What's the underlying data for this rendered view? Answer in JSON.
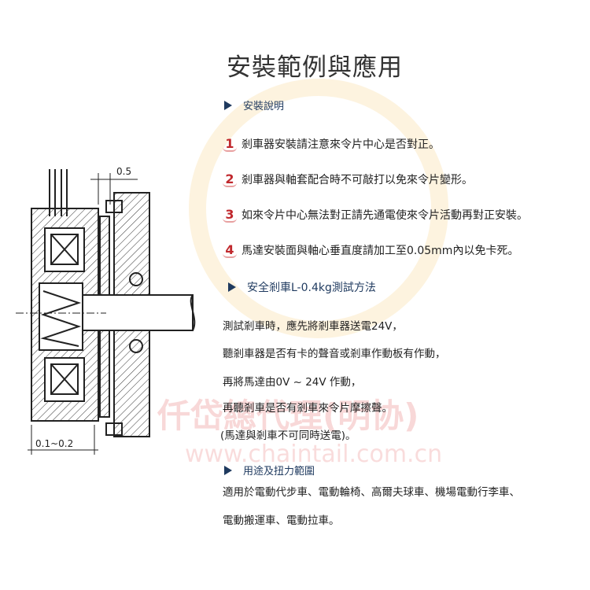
{
  "title": "安裝範例與應用",
  "install": {
    "heading": "安裝說明",
    "items": [
      {
        "num": "1",
        "text": "剎車器安裝請注意來令片中心是否對正。"
      },
      {
        "num": "2",
        "text": "剎車器與軸套配合時不可敲打以免來令片變形。"
      },
      {
        "num": "3",
        "text": "如來令片中心無法對正請先通電使來令片活動再對正安裝。"
      },
      {
        "num": "4",
        "text": "馬達安裝面與軸心垂直度請加工至0.05mm內以免卡死。"
      }
    ]
  },
  "test": {
    "heading": "安全剎車L-0.4kg測試方法",
    "lines": [
      "測試剎車時，應先將剎車器送電24V，",
      "聽剎車器是否有卡的聲音或剎車作動板有作動，",
      "再將馬達由0V ~ 24V 作動，",
      "再聽剎車是否有剎車來令片摩擦聲。",
      "(馬達與剎車不可同時送電)。"
    ]
  },
  "usage": {
    "heading": "用途及扭力範圍",
    "lines": [
      "適用於電動代步車、電動輪椅、高爾夫球車、機場電動行李車、",
      "電動搬運車、電動拉車。"
    ]
  },
  "drawing": {
    "dim_top": "0.5",
    "dim_bottom": "0.1~0.2"
  },
  "watermark": {
    "text": "仟岱總代理(明协)",
    "url": "www.chaintail.com.cn"
  }
}
